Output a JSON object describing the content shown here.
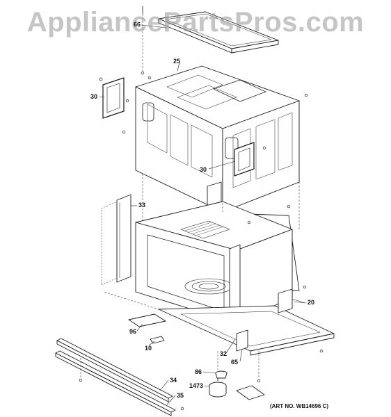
{
  "watermark": "AppliancePartsPros.com",
  "art_number": "(ART NO. WB14696 C)",
  "callouts": {
    "p66": "66",
    "p25": "25",
    "p30a": "30",
    "p30b": "30",
    "p33": "33",
    "p20": "20",
    "p96": "96",
    "p10": "10",
    "p32": "32",
    "p65": "65",
    "p86": "86",
    "p1473": "1473",
    "p34": "34",
    "p35": "35"
  },
  "colors": {
    "line": "#1a1a1a",
    "fill": "#ffffff",
    "watermark": "#969696"
  }
}
